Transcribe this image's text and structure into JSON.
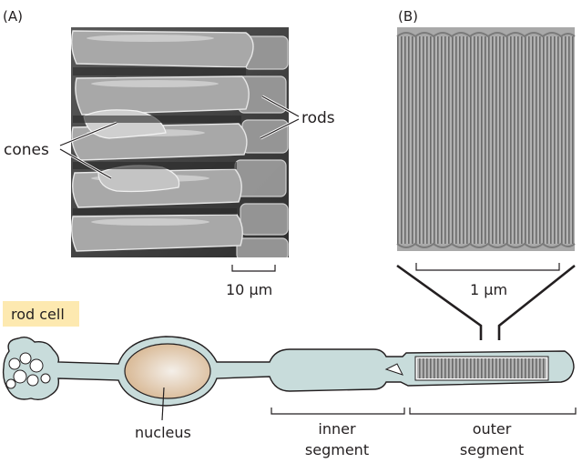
{
  "panel_a": {
    "label": "(A)",
    "callouts": {
      "cones": "cones",
      "rods": "rods"
    },
    "scale_bar": "10 μm"
  },
  "panel_b": {
    "label": "(B)",
    "scale_bar": "1 μm"
  },
  "rod_cell": {
    "badge": "rod cell",
    "nucleus": "nucleus",
    "inner_segment": [
      "inner",
      "segment"
    ],
    "outer_segment": [
      "outer",
      "segment"
    ]
  },
  "colors": {
    "cell_fill": "#c8dcdb",
    "badge_fill": "#fde9b0",
    "nucleus_fill": "#d9b894",
    "outline": "#231f20"
  }
}
